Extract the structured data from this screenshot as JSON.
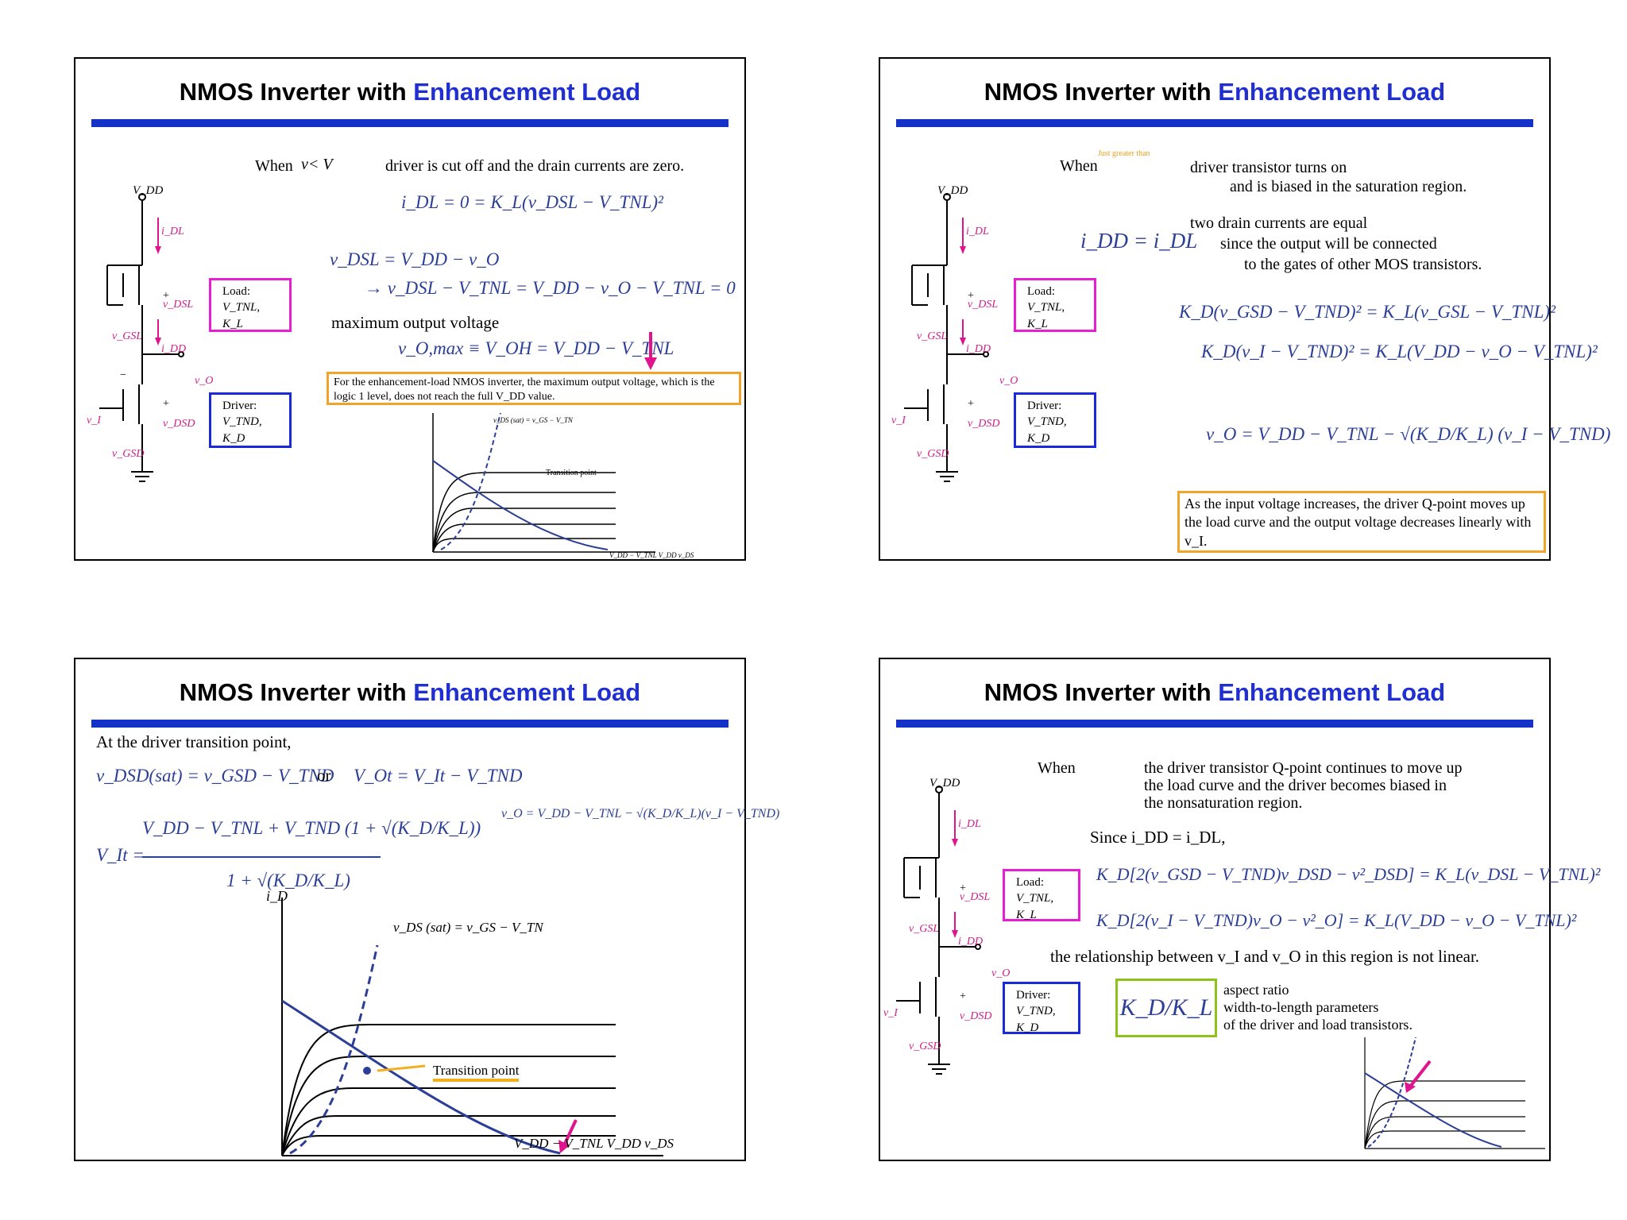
{
  "slides": [
    {
      "title": "NMOS Inverter with ",
      "title_accent": "Enhancement Load",
      "when_prefix": "When",
      "when_var": "v",
      "when_cond": "< V",
      "when_text": "driver is cut off and the drain currents are zero.",
      "eq1": "i_DL = 0 = K_L(v_DSL − V_TNL)²",
      "eq2": "v_DSL = V_DD − v_O",
      "eq3": "→ v_DSL − V_TNL = V_DD − v_O − V_TNL = 0",
      "max_label": "maximum output voltage",
      "eq4": "v_O,max ≡ V_OH = V_DD − V_TNL",
      "note": "For the enhancement-load NMOS inverter, the maximum output voltage, which is the logic 1 level, does not reach the full V_DD value.",
      "load_label": "Load:",
      "load_params": "V_TNL, K_L",
      "driver_label": "Driver:",
      "driver_params": "V_TND, K_D",
      "graph_transition": "Transition point",
      "graph_sat": "v_DS (sat) = v_GS − V_TN",
      "graph_xlabel": "V_DD − V_TNL  V_DD  v_DS"
    },
    {
      "title": "NMOS Inverter with ",
      "title_accent": "Enhancement Load",
      "hint": "Just greater than",
      "when_prefix": "When",
      "when_text1": "driver transistor turns on",
      "when_text2": "and is biased in the saturation region.",
      "eq1": "i_DD = i_DL",
      "eq_text1": "two drain currents are equal",
      "eq_text2": "since the output will be connected",
      "eq_text3": "to the gates of other MOS transistors.",
      "eq2": "K_D(v_GSD − V_TND)² = K_L(v_GSL − V_TNL)²",
      "eq3": "K_D(v_I − V_TND)² = K_L(V_DD − v_O − V_TNL)²",
      "eq4": "v_O = V_DD − V_TNL − √(K_D/K_L) (v_I − V_TND)",
      "note": "As the input voltage increases, the driver Q-point moves up the load curve and the output voltage decreases linearly with v_I.",
      "load_label": "Load:",
      "load_params": "V_TNL, K_L",
      "driver_label": "Driver:",
      "driver_params": "V_TND, K_D"
    },
    {
      "title": "NMOS Inverter with ",
      "title_accent": "Enhancement Load",
      "line1": "At the driver transition point,",
      "eq1": "v_DSD(sat) = v_GSD − V_TND",
      "or": "or",
      "eq2": "V_Ot = V_It − V_TND",
      "eq3": "v_O = V_DD − V_TNL − √(K_D/K_L)(v_I − V_TND)",
      "eq4_lhs": "V_It =",
      "eq4_num": "V_DD − V_TNL + V_TND (1 + √(K_D/K_L))",
      "eq4_den": "1 + √(K_D/K_L)",
      "graph_ylabel": "i_D",
      "graph_sat": "v_DS (sat) = v_GS − V_TN",
      "graph_transition": "Transition point",
      "graph_xlabel": "V_DD − V_TNL  V_DD   v_DS"
    },
    {
      "title": "NMOS Inverter with ",
      "title_accent": "Enhancement Load",
      "when_prefix": "When",
      "when_text1": "the driver transistor Q-point continues to move up",
      "when_text2": "the load curve and the driver becomes biased in",
      "when_text3": "the nonsaturation region.",
      "since": "Since i_DD = i_DL,",
      "eq1": "K_D[2(v_GSD − V_TND)v_DSD − v²_DSD] = K_L(v_DSL − V_TNL)²",
      "eq2": "K_D[2(v_I − V_TND)v_O − v²_O] = K_L(V_DD − v_O − V_TNL)²",
      "relation": "the relationship between v_I and v_O in this region is not linear.",
      "ratio": "K_D/K_L",
      "ratio_text1": "aspect ratio",
      "ratio_text2": "width-to-length parameters",
      "ratio_text3": "of the driver and load transistors.",
      "load_label": "Load:",
      "load_params": "V_TNL, K_L",
      "driver_label": "Driver:",
      "driver_params": "V_TND, K_D"
    }
  ],
  "circuit": {
    "vdd": "V_DD",
    "idl": "i_DL",
    "idd": "i_DD",
    "vdsl": "v_DSL",
    "vgsl": "v_GSL",
    "vdsd": "v_DSD",
    "vgsd": "v_GSD",
    "vo": "v_O",
    "vi": "v_I"
  },
  "colors": {
    "title_accent": "#1f2fd0",
    "bar": "#1432c8",
    "equation": "#2c3f96",
    "load_box": "#e620d2",
    "driver_box": "#1a2ad8",
    "note_box": "#f2a32a",
    "ratio_box": "#8fc21a",
    "arrow": "#e0148c"
  }
}
